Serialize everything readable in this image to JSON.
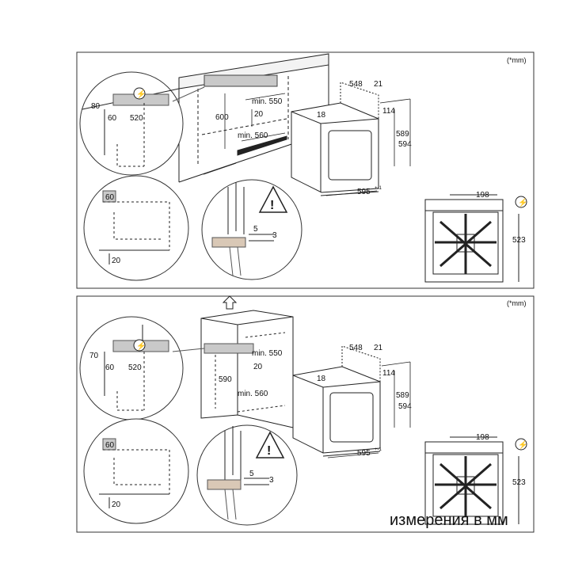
{
  "caption": "измерения в мм",
  "panels": [
    {
      "unit_note": "(*mm)",
      "detail_cabinet": {
        "a": "80",
        "b": "60",
        "c": "520"
      },
      "niche": {
        "height": "600",
        "min_depth": "min. 550",
        "gap": "20",
        "min_width": "min. 560"
      },
      "top_gap": "60",
      "bottom_gap": "20",
      "warning": {
        "a": "5",
        "b": "3"
      },
      "oven": {
        "depth": "548",
        "door": "21",
        "top": "18",
        "right_top": "114",
        "height_a": "589",
        "height_b": "594",
        "width": "595",
        "width_tol": "+-1"
      },
      "side": {
        "width": "198",
        "height": "523"
      }
    },
    {
      "unit_note": "(*mm)",
      "detail_cabinet": {
        "a": "70",
        "b": "60",
        "c": "520"
      },
      "niche": {
        "height": "590",
        "min_depth": "min. 550",
        "gap": "20",
        "min_width": "min. 560"
      },
      "top_gap": "60",
      "bottom_gap": "20",
      "warning": {
        "a": "5",
        "b": "3"
      },
      "oven": {
        "depth": "548",
        "door": "21",
        "top": "18",
        "right_top": "114",
        "height_a": "589",
        "height_b": "594",
        "width": "595",
        "width_tol": "+-1"
      },
      "side": {
        "width": "198",
        "height": "523"
      }
    }
  ]
}
